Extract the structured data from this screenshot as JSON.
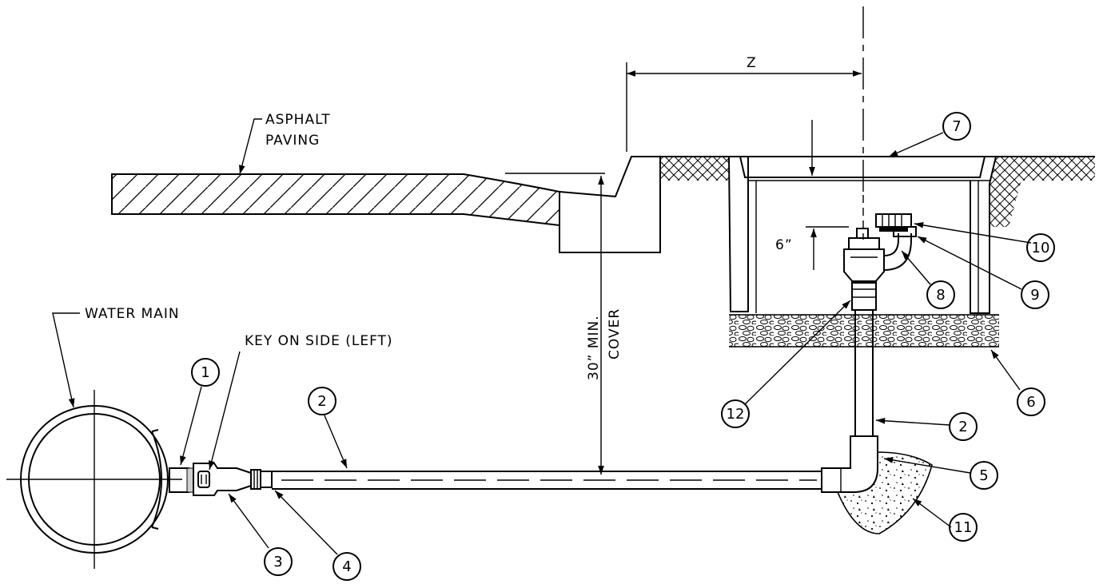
{
  "labels": {
    "asphalt_line1": "ASPHALT",
    "asphalt_line2": "PAVING",
    "water_main": "WATER MAIN",
    "key_on_side": "KEY ON SIDE (LEFT)",
    "dim_z": "Z",
    "dim_6in": "6”",
    "cover_line1": "30” MIN.",
    "cover_line2": "COVER"
  },
  "callouts": {
    "c1": "1",
    "c2a": "2",
    "c2b": "2",
    "c3": "3",
    "c4": "4",
    "c5": "5",
    "c6": "6",
    "c7": "7",
    "c8": "8",
    "c9": "9",
    "c10": "10",
    "c11": "11",
    "c12": "12"
  },
  "colors": {
    "ink": "#000000",
    "paper": "#ffffff"
  }
}
